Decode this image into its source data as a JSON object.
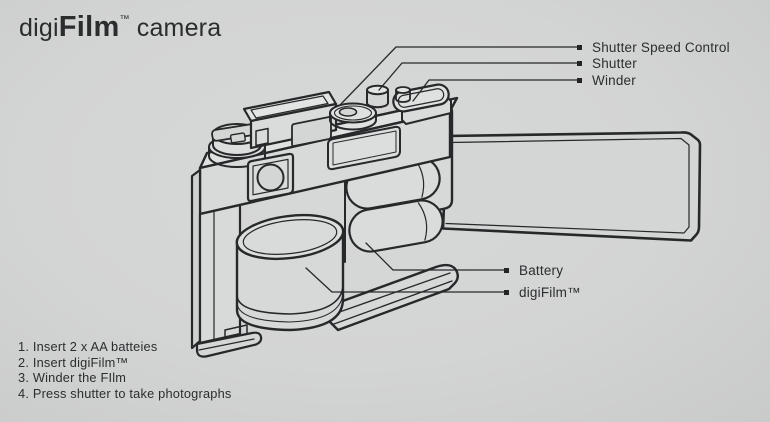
{
  "page": {
    "background_color": "#d3d4d4",
    "ink_color": "#26282a",
    "description": "Exploded line-art diagram of a digiFilm camera with open back door, two AA batteries and a digiFilm cartridge"
  },
  "title": {
    "prefix": "digi",
    "brand": "Film",
    "tm": "™",
    "suffix": "camera"
  },
  "callouts": [
    {
      "id": "shutter-speed-control",
      "label": "Shutter Speed Control"
    },
    {
      "id": "shutter",
      "label": "Shutter"
    },
    {
      "id": "winder",
      "label": "Winder"
    },
    {
      "id": "battery",
      "label": "Battery"
    },
    {
      "id": "digifilm",
      "label": "digiFilm™"
    }
  ],
  "instructions": {
    "items": [
      "1. Insert 2 x AA batteies",
      "2. Insert digiFilm™",
      "3. Winder the FIlm",
      "4. Press shutter to take photographs"
    ]
  }
}
